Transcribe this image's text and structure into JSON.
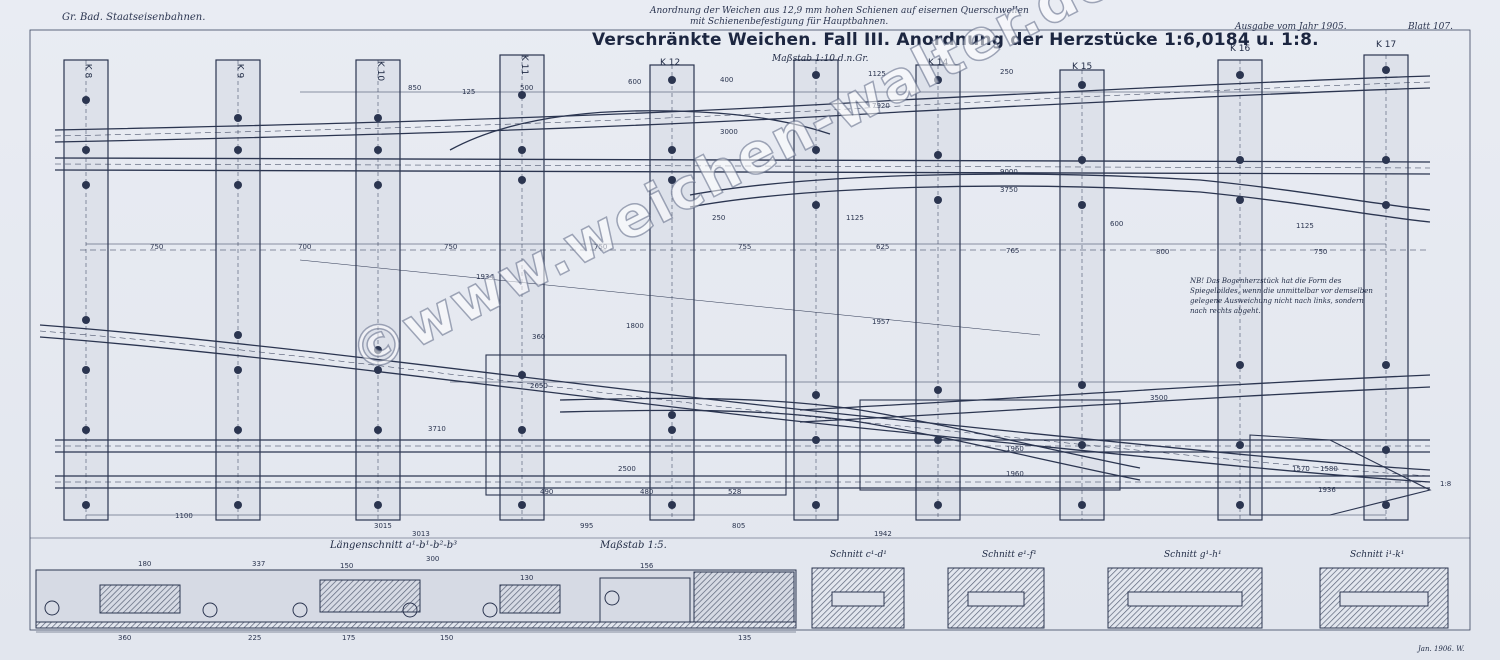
{
  "header": {
    "left": "Gr. Bad. Staatseisenbahnen.",
    "center_line1": "Anordnung der Weichen aus 12,9 mm hohen Schienen auf eisernen Querschwellen",
    "center_line2": "mit Schienenbefestigung für Hauptbahnen.",
    "edition": "Ausgabe vom Jahr 1905.",
    "sheet": "Blatt 107."
  },
  "title": "Verschränkte Weichen. Fall III.  Anordnung der Herzstücke 1:6,0184 u. 1:8.",
  "scale": "Maßstab 1:10 d.n.Gr.",
  "sleepers": [
    "K 8",
    "K 9",
    "K 10",
    "K 11",
    "K 12",
    "K 14",
    "K 15",
    "K 16",
    "K 17"
  ],
  "dimensions": {
    "top": [
      "850",
      "125",
      "500",
      "600",
      "400",
      "1125",
      "250",
      "7920",
      "3000",
      "9000",
      "3750",
      "250",
      "1125",
      "600",
      "800",
      "1125",
      "750"
    ],
    "middle": [
      "750",
      "700",
      "750",
      "750",
      "755",
      "625",
      "765",
      "1934",
      "1800",
      "360",
      "2650",
      "3710",
      "2500",
      "1957",
      "1960",
      "1960",
      "3500",
      "1570",
      "1580",
      "1936"
    ],
    "bottom": [
      "1100",
      "3015",
      "3013",
      "995",
      "805",
      "1942",
      "490",
      "480",
      "528"
    ],
    "ratio": "1:8"
  },
  "note": "NB! Das Bogenherzstück hat die Form des Spiegelbildes, wenn die unmittelbar vor demselben gelegene Ausweichung nicht nach links, sondern nach rechts abgeht.",
  "section": {
    "title": "Längenschnitt a¹-b¹-b²-b³",
    "scale": "Maßstab 1:5.",
    "dims_top": [
      "180",
      "337",
      "300",
      "150",
      "156",
      "130"
    ],
    "dims_bottom": [
      "360",
      "225",
      "175",
      "150",
      "135"
    ]
  },
  "cross_sections": [
    "Schnitt c¹-d¹",
    "Schnitt e¹-f¹",
    "Schnitt g¹-h¹",
    "Schnitt i¹-k¹"
  ],
  "footer": "Jan. 1906. W.",
  "watermark": "©www.weichen-walter.de",
  "colors": {
    "paper": "#e6e9f0",
    "ink": "#2b3550",
    "rail": "#cfd4df",
    "hatch": "#5a6378"
  }
}
